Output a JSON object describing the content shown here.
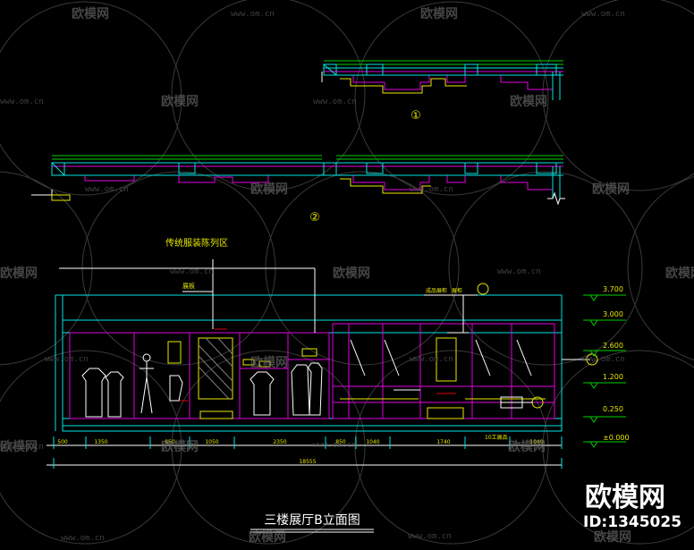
{
  "colors": {
    "background": "#000000",
    "cyan": "#00e5e5",
    "magenta": "#e000e0",
    "yellow": "#e8e800",
    "green": "#00d000",
    "white": "#ffffff",
    "red": "#e00000",
    "watermark": "#6a6a6a"
  },
  "plan_markers": {
    "one": "①",
    "two": "②"
  },
  "elevation": {
    "area_label": "传统服装陈列区",
    "callout_small": "展板",
    "callout_top_1": "成品展柜",
    "callout_top_2": "展柜",
    "callout_bottom": "10工展品",
    "dims_bottom": [
      "500",
      "1350",
      "850",
      "1050",
      "2350",
      "850",
      "1040",
      "1740",
      "1040"
    ],
    "overall_dim": "18555",
    "levels": [
      "3.700",
      "3.000",
      "2.600",
      "1.200",
      "0.250",
      "±0.000"
    ]
  },
  "caption": {
    "title": "三楼展厅B立面图"
  },
  "watermark": {
    "brand": "欧模网",
    "url": "www.om.cn",
    "big_brand": "欧模网",
    "id_label": "ID:1345025"
  }
}
